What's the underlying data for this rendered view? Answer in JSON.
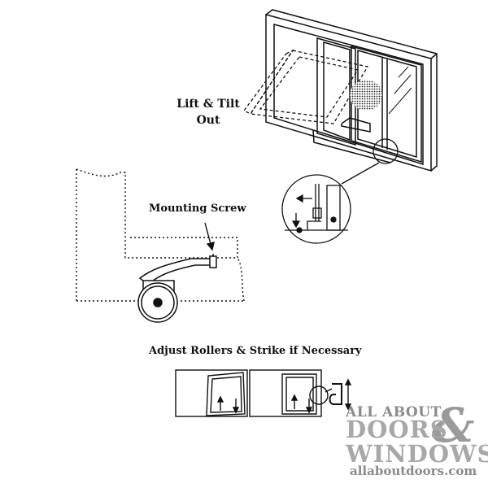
{
  "labels": {
    "lift_tilt_line1": "Lift & Tilt",
    "lift_tilt_line2": "Out",
    "mounting_screw": "Mounting Screw",
    "adjust": "Adjust Rollers & Strike if Necessary"
  },
  "watermark": {
    "line1": "ALL ABOUT",
    "line2": "DOORS",
    "ampersand": "&",
    "line3": "WINDOWS",
    "line4": "allaboutdoors.com"
  },
  "colors": {
    "ink": "#111111",
    "watermark_gray": "#a8a8a8"
  }
}
